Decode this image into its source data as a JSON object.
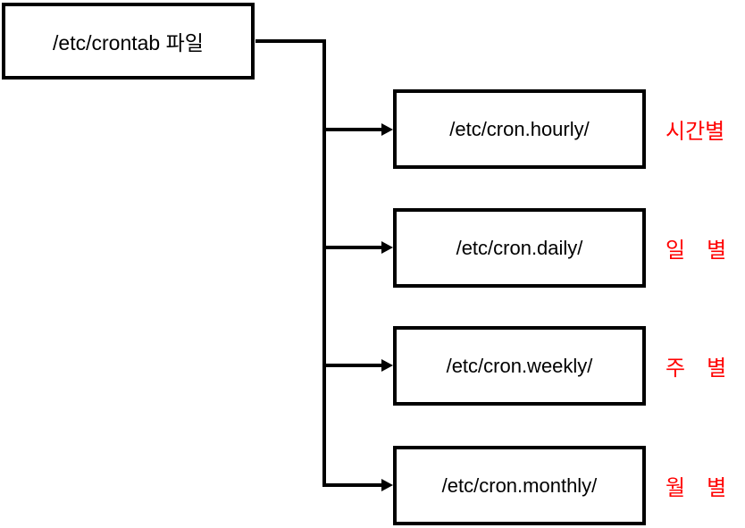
{
  "diagram": {
    "root": {
      "label": "/etc/crontab 파일"
    },
    "nodes": [
      {
        "label": "/etc/cron.hourly/",
        "annotation": "시간별"
      },
      {
        "label": "/etc/cron.daily/",
        "annotation": "일　별"
      },
      {
        "label": "/etc/cron.weekly/",
        "annotation": "주　별"
      },
      {
        "label": "/etc/cron.monthly/",
        "annotation": "월　별"
      }
    ],
    "colors": {
      "line": "#000000",
      "box_border": "#000000",
      "annotation": "#ff0000",
      "background": "#ffffff"
    }
  }
}
